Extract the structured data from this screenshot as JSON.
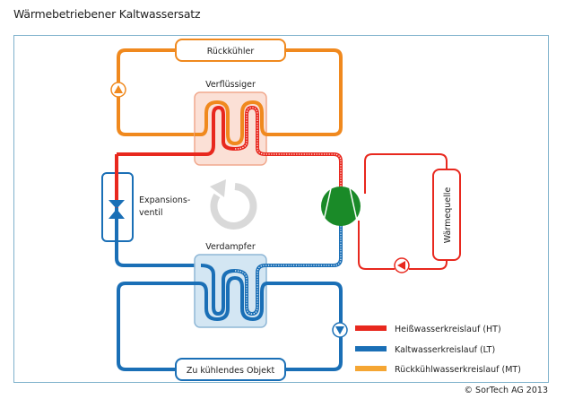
{
  "title": "Wärmebetriebener Kaltwassersatz",
  "copyright": "© SorTech AG 2013",
  "colors": {
    "hot": "#e8281e",
    "cold": "#1a6fb6",
    "recool": "#f0891e",
    "legend_recool": "#f5a633",
    "compressor": "#1a8a28",
    "condenser_box": "#fbe0d6",
    "evaporator_box": "#d3e6f3",
    "frame": "#7fb2cc",
    "rotation_arrow": "#d9d9d9"
  },
  "components": {
    "recooler": "Rückkühler",
    "condenser": "Verflüssiger",
    "expansion_valve_line1": "Expansions-",
    "expansion_valve_line2": "ventil",
    "evaporator": "Verdampfer",
    "heat_source": "Wärmequelle",
    "cooled_object": "Zu kühlendes Objekt"
  },
  "icons": {
    "pump_recool": "pump-up-icon",
    "pump_hot": "pump-left-icon",
    "pump_cold": "pump-down-icon",
    "compressor": "compressor-icon",
    "expansion_valve": "valve-icon",
    "cycle": "counterclockwise-arrow-icon"
  },
  "legend": [
    {
      "label": "Heißwasserkreislauf (HT)",
      "color": "#e8281e"
    },
    {
      "label": "Kaltwasserkreislauf (LT)",
      "color": "#1a6fb6"
    },
    {
      "label": "Rückkühlwasserkreislauf (MT)",
      "color": "#f5a633"
    }
  ]
}
